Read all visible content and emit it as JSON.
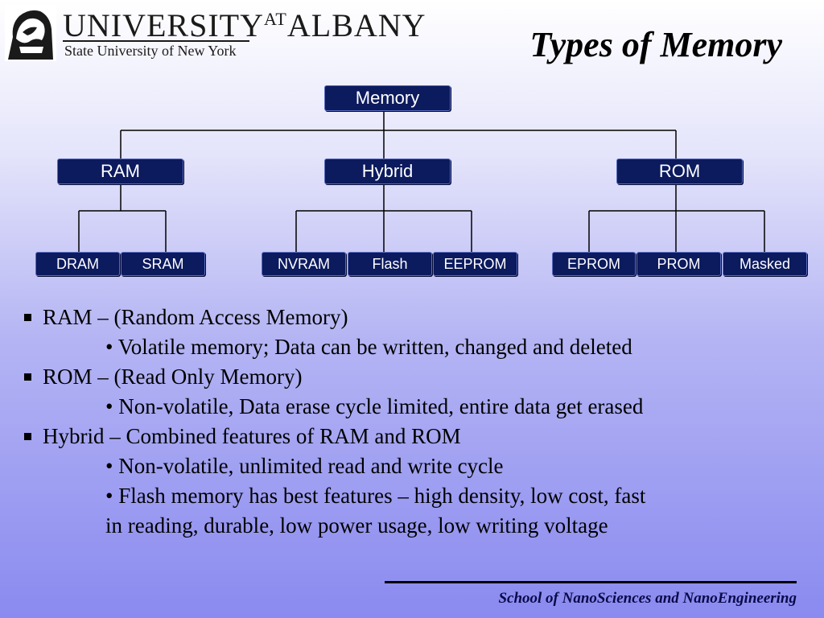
{
  "logo": {
    "main": "UNIVERSITY",
    "at": "AT",
    "name": "ALBANY",
    "sub": "State University of New York"
  },
  "title": "Types of Memory",
  "tree": {
    "root": "Memory",
    "ram": {
      "label": "RAM",
      "children": [
        "DRAM",
        "SRAM"
      ]
    },
    "hybrid": {
      "label": "Hybrid",
      "children": [
        "NVRAM",
        "Flash",
        "EEPROM"
      ]
    },
    "rom": {
      "label": "ROM",
      "children": [
        "EPROM",
        "PROM",
        "Masked"
      ]
    }
  },
  "bullets": {
    "ram_heading": "RAM – (Random Access Memory)",
    "ram_detail": "• Volatile memory; Data can be written, changed and deleted",
    "rom_heading": "ROM – (Read Only Memory)",
    "rom_detail": "• Non-volatile, Data erase cycle limited, entire data get erased",
    "hybrid_heading": "Hybrid – Combined features of RAM and ROM",
    "hybrid_detail_1": "• Non-volatile, unlimited read and write cycle",
    "hybrid_detail_2_line1": "• Flash memory has best features – high density, low cost, fast",
    "hybrid_detail_2_line2": "in reading, durable, low power usage, low writing voltage"
  },
  "footer": "School of NanoSciences and NanoEngineering",
  "colors": {
    "node_fill": "#0c1a5e",
    "node_text": "#ffffff",
    "accent_text": "#0a0a4a"
  }
}
